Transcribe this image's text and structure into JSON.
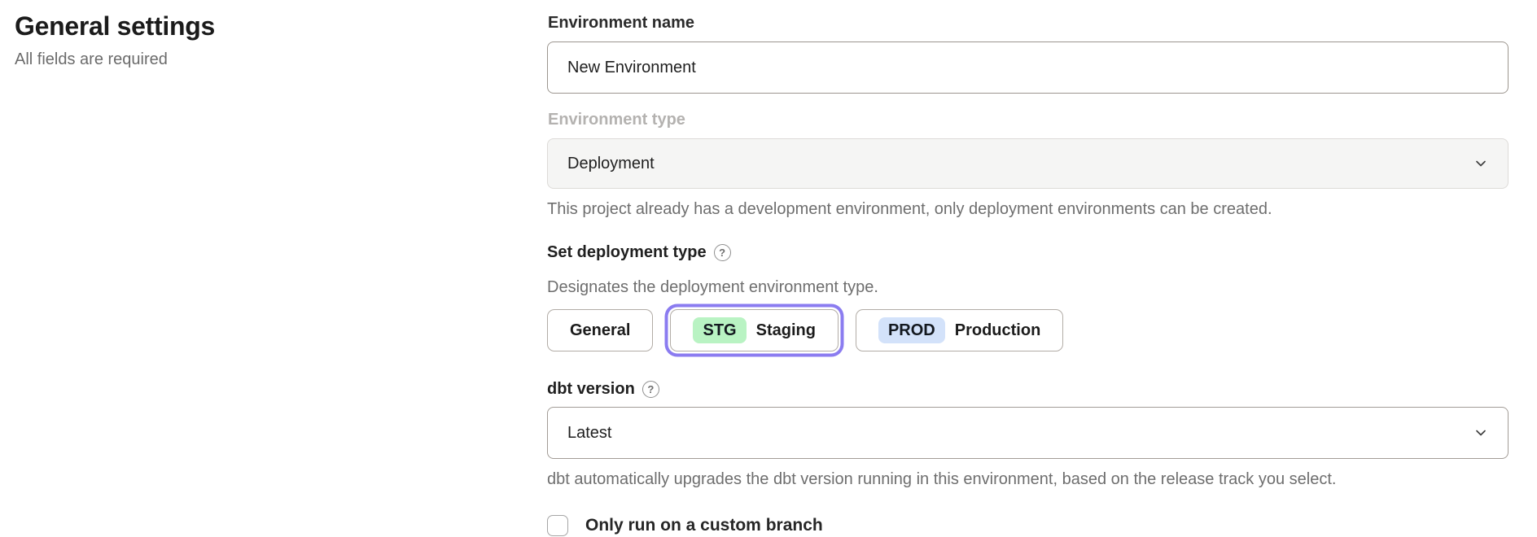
{
  "page": {
    "heading": "General settings",
    "subheading": "All fields are required"
  },
  "form": {
    "environment_name": {
      "label": "Environment name",
      "value": "New Environment"
    },
    "environment_type": {
      "label": "Environment type",
      "value": "Deployment",
      "state": "disabled",
      "helper": "This project already has a development environment, only deployment environments can be created."
    },
    "deployment_type": {
      "label": "Set deployment type",
      "helper": "Designates the deployment environment type.",
      "options": [
        {
          "label": "General",
          "badge": "",
          "selected": false
        },
        {
          "label": "Staging",
          "badge": "STG",
          "selected": true
        },
        {
          "label": "Production",
          "badge": "PROD",
          "selected": false
        }
      ]
    },
    "dbt_version": {
      "label": "dbt version",
      "value": "Latest",
      "helper": "dbt automatically upgrades the dbt version running in this environment, based on the release track you select."
    },
    "custom_branch": {
      "label": "Only run on a custom branch",
      "checked": false
    }
  },
  "icons": {
    "help_glyph": "?",
    "help": "circle-question-icon",
    "chevron": "chevron-down-icon"
  },
  "colors": {
    "accent_purple": "#8b7cf0",
    "badge_green": "#b9f3c3",
    "badge_blue": "#d3e2fa",
    "disabled_bg": "#f5f5f4",
    "helper_text": "#6e6e6e"
  }
}
